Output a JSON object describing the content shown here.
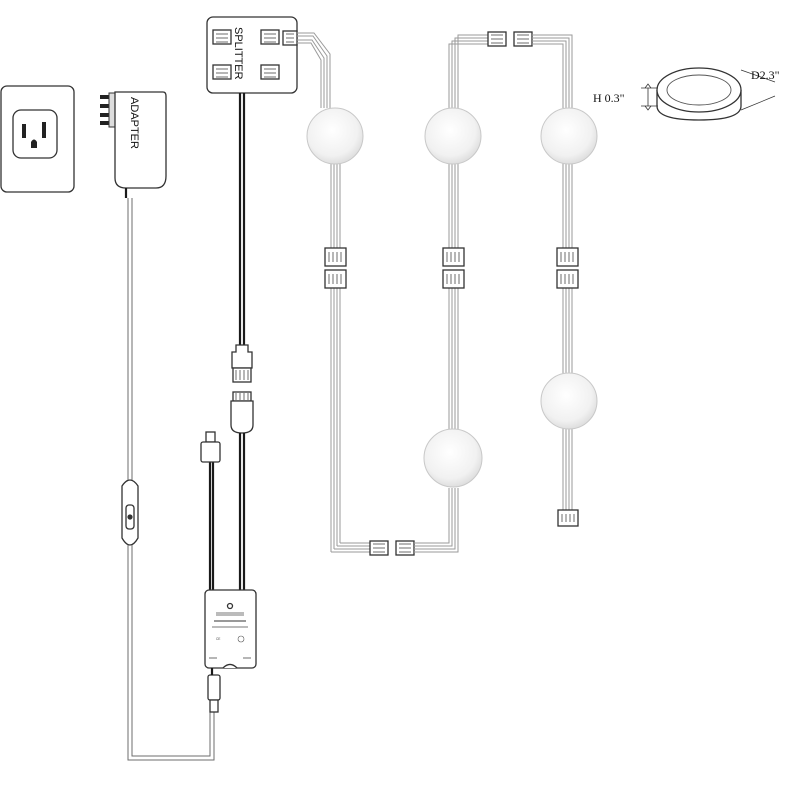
{
  "adapter": {
    "label": "ADAPTER"
  },
  "splitter": {
    "label": "SPLITTER"
  },
  "dimensions": {
    "height": "H 0.3\"",
    "diameter": "D2.3\""
  },
  "colors": {
    "line": "#333333",
    "wire": "#6e6e6e",
    "light_fill": "#eeeeee"
  },
  "icons": [
    "wall-outlet-icon",
    "adapter-plug-icon",
    "inline-switch-icon",
    "remote-controller-icon",
    "dc-plug-icon"
  ]
}
